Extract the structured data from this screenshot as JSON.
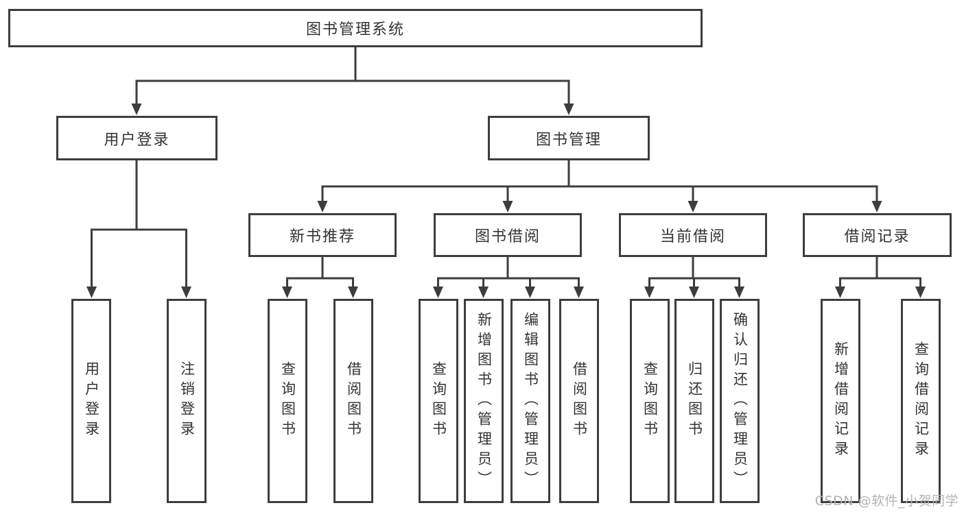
{
  "tree": {
    "root": "图书管理系统",
    "branches": [
      {
        "label": "用户登录",
        "children": [
          "用户登录",
          "注销登录"
        ]
      },
      {
        "label": "图书管理",
        "sections": [
          {
            "label": "新书推荐",
            "children": [
              "查询图书",
              "借阅图书"
            ]
          },
          {
            "label": "图书借阅",
            "children": [
              "查询图书",
              "新增图书（管理员）",
              "编辑图书（管理员）",
              "借阅图书"
            ]
          },
          {
            "label": "当前借阅",
            "children": [
              "查询图书",
              "归还图书",
              "确认归还（管理员）"
            ]
          },
          {
            "label": "借阅记录",
            "children": [
              "新增借阅记录",
              "查询借阅记录"
            ]
          }
        ]
      }
    ]
  },
  "watermark": {
    "text": "CSDN @软件_小贺同学"
  },
  "colors": {
    "line": "#3d3d3d",
    "box_border": "#3d3d3d",
    "text": "#333333",
    "watermark": "#b3b3b3",
    "background": "#ffffff"
  }
}
